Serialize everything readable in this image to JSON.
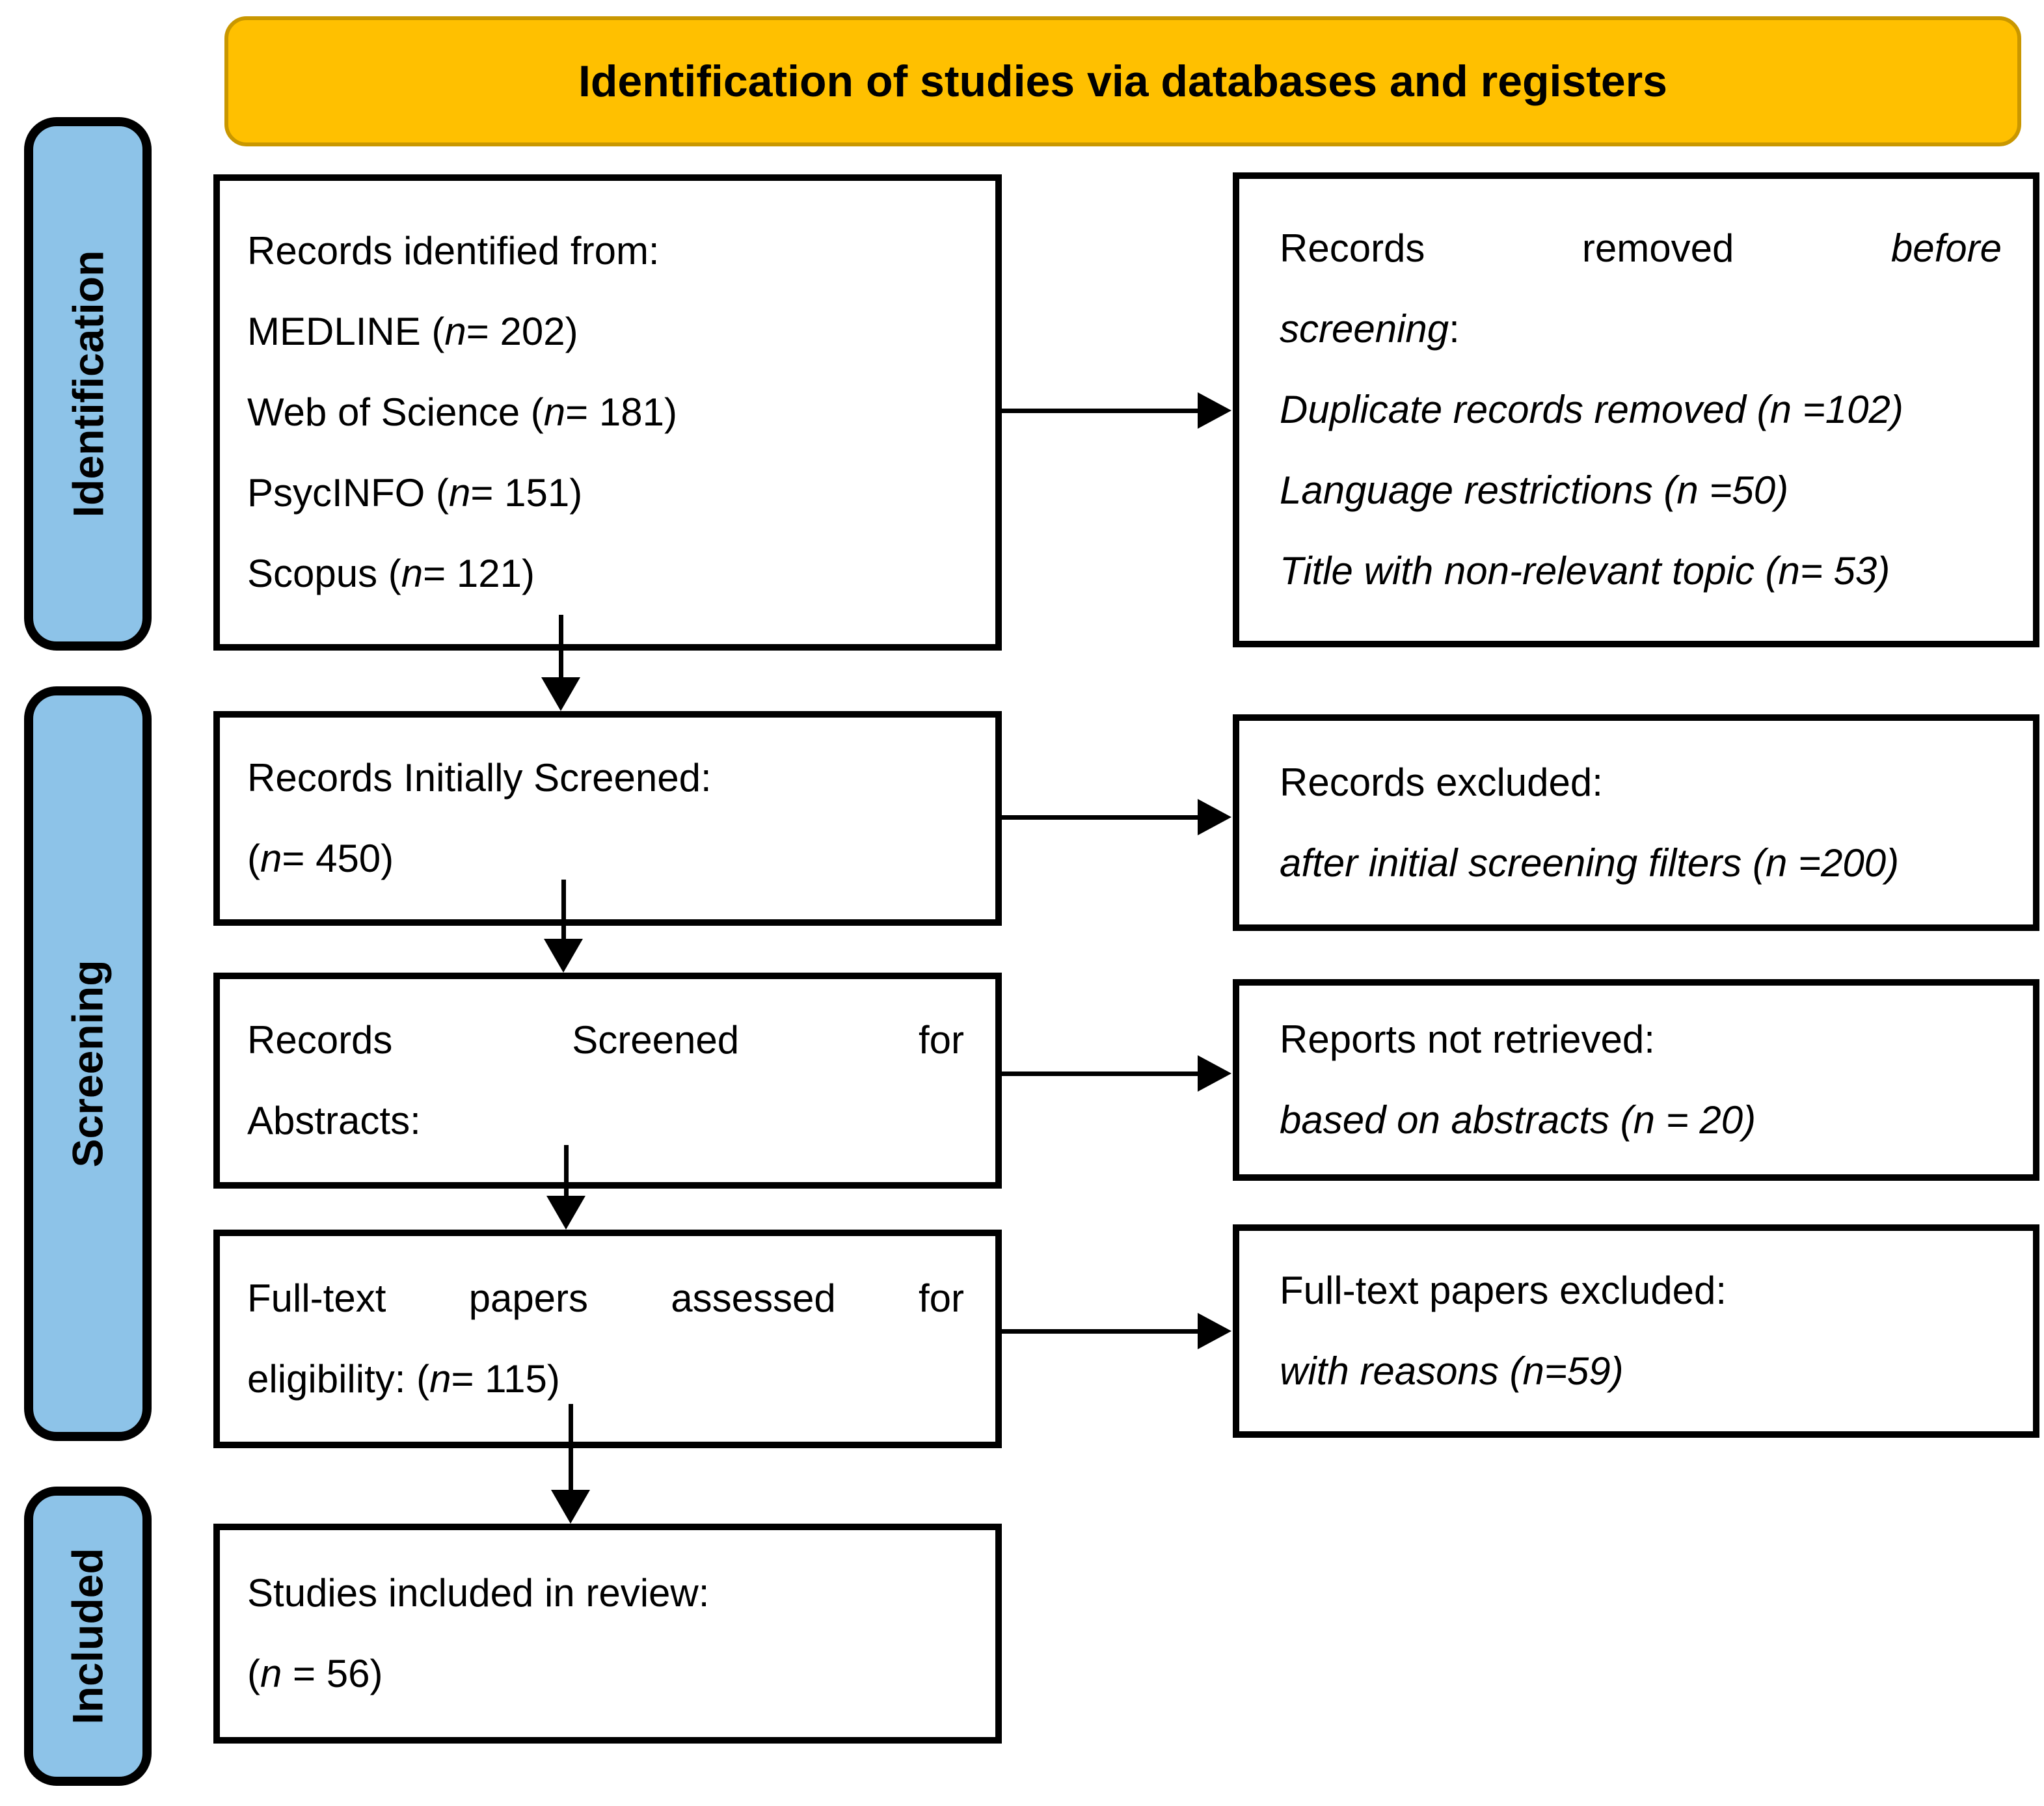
{
  "header": {
    "title": "Identification of studies via databases and registers"
  },
  "sidebar": {
    "labels": {
      "identification": "Identification",
      "screening": "Screening",
      "included": "Included"
    }
  },
  "colors": {
    "header_fill": "#FFC000",
    "header_border": "#C99700",
    "stage_fill": "#8DC3E8",
    "stage_border": "#000000",
    "box_border": "#000000",
    "text": "#000000",
    "background": "#FFFFFF"
  },
  "flow": {
    "left_boxes": {
      "records_identified": {
        "lines": [
          {
            "segs": [
              {
                "t": "Records identified from:"
              }
            ]
          },
          {
            "segs": [
              {
                "t": "MEDLINE ("
              },
              {
                "t": "n",
                "i": true
              },
              {
                "t": "= 202)"
              }
            ]
          },
          {
            "segs": [
              {
                "t": "Web of Science ("
              },
              {
                "t": "n",
                "i": true
              },
              {
                "t": "= 181)"
              }
            ]
          },
          {
            "segs": [
              {
                "t": "PsycINFO ("
              },
              {
                "t": "n",
                "i": true
              },
              {
                "t": "= 151)"
              }
            ]
          },
          {
            "segs": [
              {
                "t": "Scopus ("
              },
              {
                "t": "n",
                "i": true
              },
              {
                "t": "= 121)"
              }
            ]
          }
        ]
      },
      "initially_screened": {
        "lines": [
          {
            "segs": [
              {
                "t": "Records Initially Screened:"
              }
            ]
          },
          {
            "segs": [
              {
                "t": "("
              },
              {
                "t": "n",
                "i": true
              },
              {
                "t": "= 450)"
              }
            ]
          }
        ]
      },
      "screened_abstracts": {
        "lines": [
          {
            "spread": true,
            "segs": [
              {
                "t": "Records"
              },
              {
                "t": "Screened"
              },
              {
                "t": "for"
              }
            ]
          },
          {
            "segs": [
              {
                "t": "Abstracts:"
              }
            ]
          }
        ]
      },
      "fulltext_assessed": {
        "lines": [
          {
            "spread": true,
            "segs": [
              {
                "t": "Full-text"
              },
              {
                "t": "papers"
              },
              {
                "t": "assessed"
              },
              {
                "t": "for"
              }
            ]
          },
          {
            "segs": [
              {
                "t": "eligibility: ("
              },
              {
                "t": "n",
                "i": true
              },
              {
                "t": "= 115)"
              }
            ]
          }
        ]
      },
      "studies_included": {
        "lines": [
          {
            "segs": [
              {
                "t": "Studies included in review:"
              }
            ]
          },
          {
            "segs": [
              {
                "t": "("
              },
              {
                "t": "n",
                "i": true
              },
              {
                "t": " = 56)"
              }
            ]
          }
        ]
      }
    },
    "right_boxes": {
      "records_removed": {
        "lines": [
          {
            "spread": true,
            "segs": [
              {
                "t": "Records"
              },
              {
                "t": "removed"
              },
              {
                "t": "before",
                "i": true
              }
            ]
          },
          {
            "segs": [
              {
                "t": "screening",
                "i": true
              },
              {
                "t": ":"
              }
            ]
          },
          {
            "segs": [
              {
                "t": "Duplicate records removed (n =102)",
                "i": true
              }
            ]
          },
          {
            "segs": [
              {
                "t": "Language restrictions (n =50)",
                "i": true
              }
            ]
          },
          {
            "segs": [
              {
                "t": "Title with non-relevant topic (n= 53)",
                "i": true
              }
            ]
          }
        ]
      },
      "records_excluded": {
        "lines": [
          {
            "segs": [
              {
                "t": "Records excluded:"
              }
            ]
          },
          {
            "segs": [
              {
                "t": "after initial screening filters (n =200)",
                "i": true
              }
            ]
          }
        ]
      },
      "reports_not_retrieved": {
        "lines": [
          {
            "segs": [
              {
                "t": "Reports not retrieved:"
              }
            ]
          },
          {
            "segs": [
              {
                "t": "based on abstracts (n = 20)",
                "i": true
              }
            ]
          }
        ]
      },
      "fulltext_excluded": {
        "lines": [
          {
            "segs": [
              {
                "t": "Full-text papers excluded:"
              }
            ]
          },
          {
            "segs": [
              {
                "t": "with reasons (n=59)",
                "i": true
              }
            ]
          }
        ]
      }
    }
  }
}
